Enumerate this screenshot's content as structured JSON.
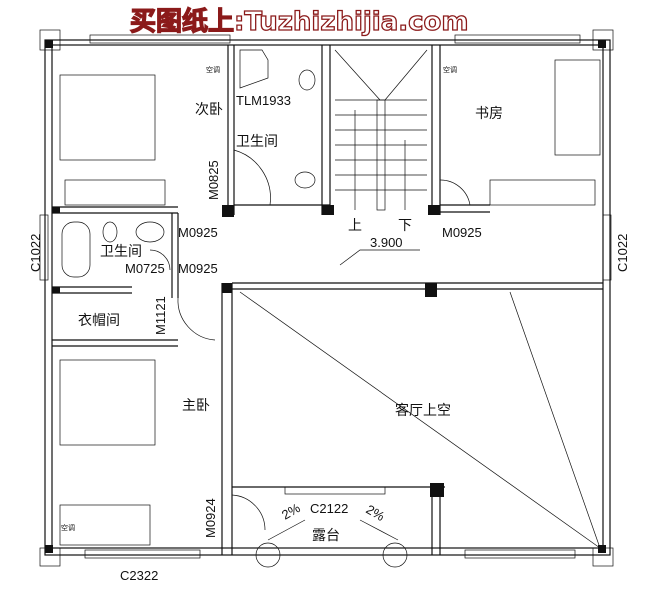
{
  "watermark": "买图纸上:Tuzhizhijia.com",
  "level": "3.900",
  "rooms": {
    "second_bedroom": "次卧",
    "bathroom_top": "卫生间",
    "study": "书房",
    "bathroom_left": "卫生间",
    "cloakroom": "衣帽间",
    "master_bedroom": "主卧",
    "living_void": "客厅上空",
    "terrace": "露台"
  },
  "stairs": {
    "up": "上",
    "down": "下"
  },
  "codes": {
    "tlm": "TLM1933",
    "m0825": "M0825",
    "m0925_a": "M0925",
    "m0925_b": "M0925",
    "m0925_c": "M0925",
    "m0725": "M0725",
    "m1121": "M1121",
    "m0924": "M0924",
    "c1022_left": "C1022",
    "c1022_right": "C1022",
    "c2122": "C2122",
    "c2322": "C2322"
  },
  "slopes": {
    "left": "2%",
    "right": "2%"
  },
  "ac_label": "空调",
  "colors": {
    "watermark": "#8b1a1a",
    "walls": "#111111"
  }
}
